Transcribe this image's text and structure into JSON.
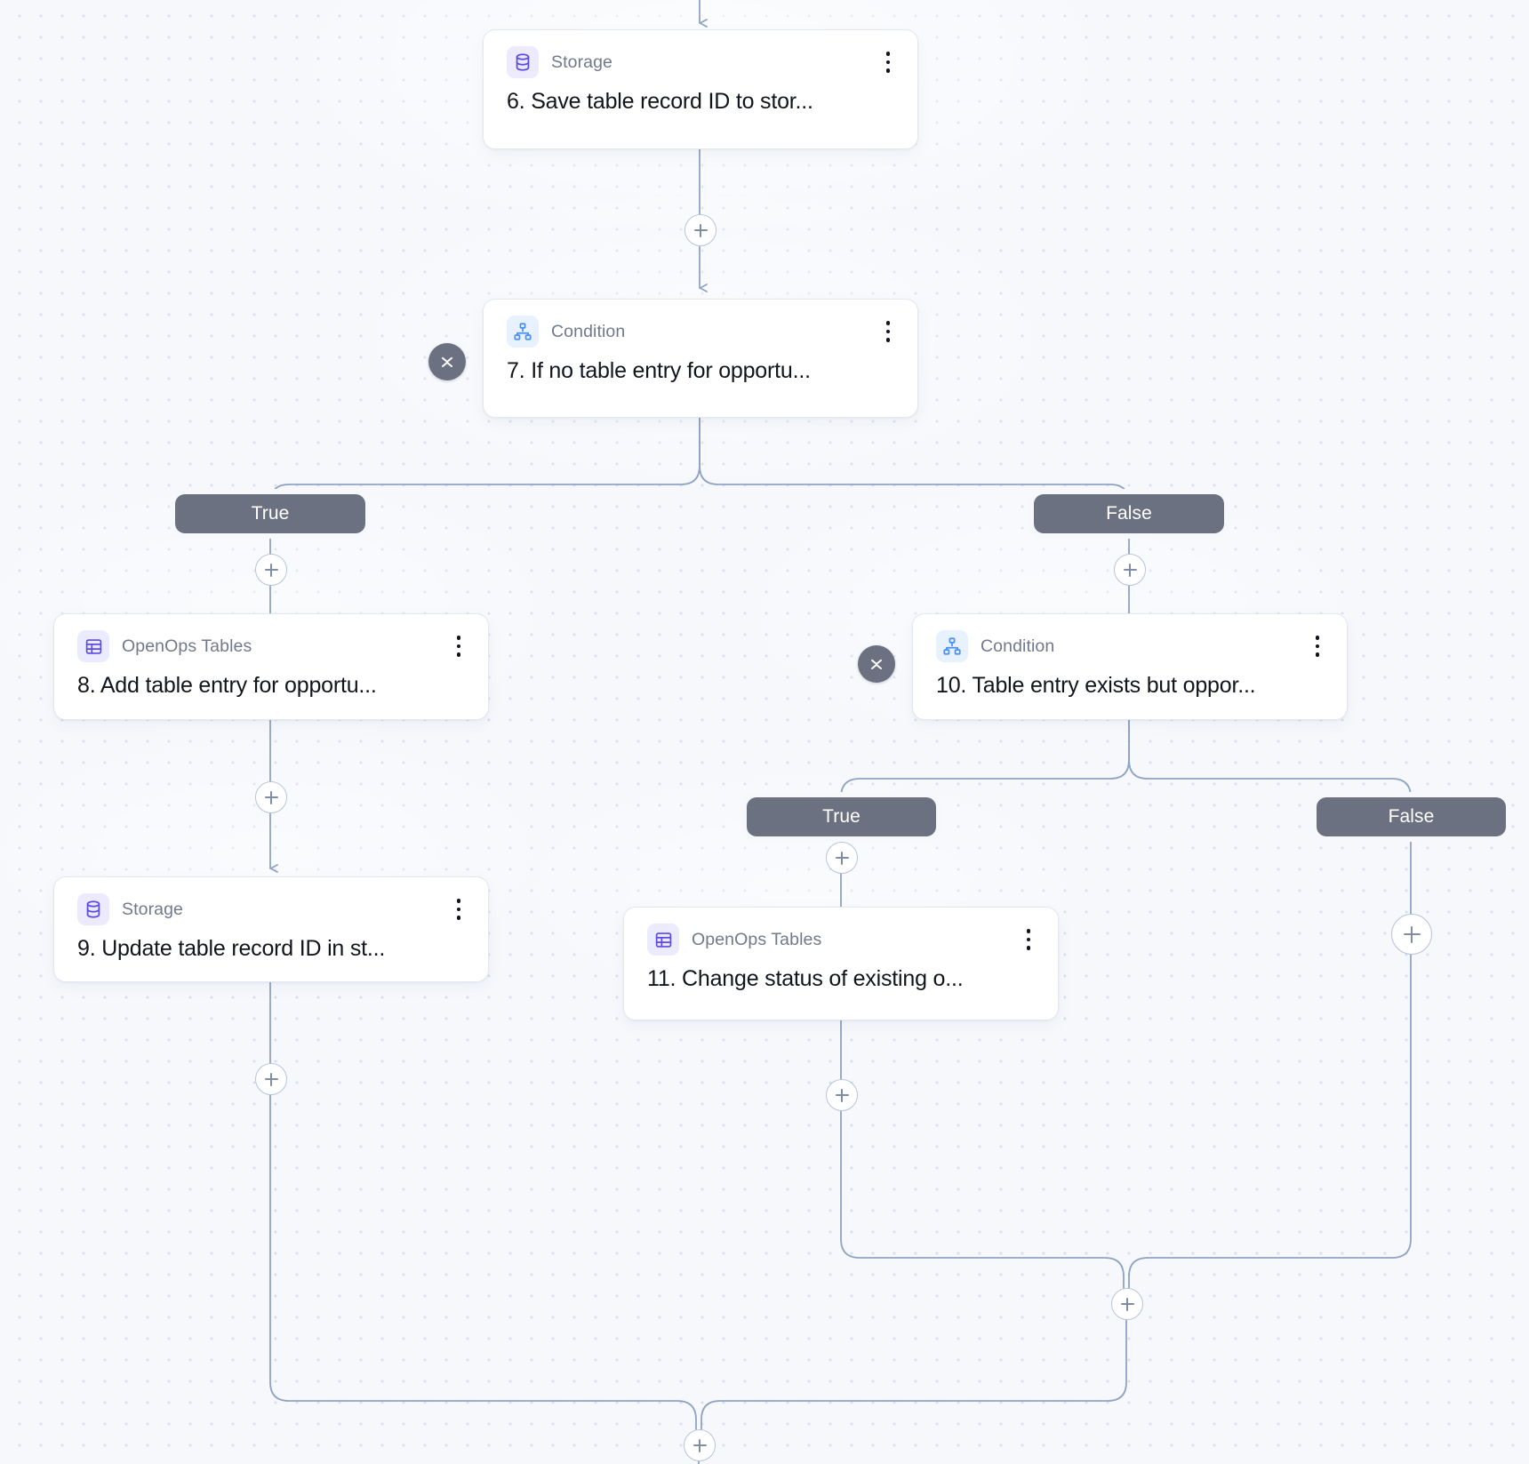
{
  "canvas": {
    "background_color": "#f6f8fc",
    "grid_dot_color": "#d5dced",
    "edge_color": "#8fa3c4"
  },
  "theme": {
    "node_bg": "#ffffff",
    "node_border": "#e3e7ef",
    "title_color": "#12151c",
    "piece_color": "#72798c",
    "pill_bg": "#6b7180",
    "pill_text": "#ffffff",
    "storage_icon_color": "#5b4ae6",
    "tables_icon_color": "#5b4ae6",
    "condition_icon_color": "#4a90f7"
  },
  "nodes": [
    {
      "id": "step-6",
      "piece": "Storage",
      "title": "6. Save table record ID to stor...",
      "icon": "database-icon",
      "menu_icon": "more-vertical-icon"
    },
    {
      "id": "step-7",
      "piece": "Condition",
      "title": "7. If no table entry for opportu...",
      "icon": "sitemap-icon",
      "menu_icon": "more-vertical-icon",
      "collapse_icon": "chevrons-collapse-icon"
    },
    {
      "id": "step-8",
      "piece": "OpenOps Tables",
      "title": "8. Add table entry for opportu...",
      "icon": "table-grid-icon",
      "menu_icon": "more-vertical-icon"
    },
    {
      "id": "step-9",
      "piece": "Storage",
      "title": "9. Update table record ID in st...",
      "icon": "database-icon",
      "menu_icon": "more-vertical-icon"
    },
    {
      "id": "step-10",
      "piece": "Condition",
      "title": "10. Table entry exists but oppor...",
      "icon": "sitemap-icon",
      "menu_icon": "more-vertical-icon",
      "collapse_icon": "chevrons-collapse-icon"
    },
    {
      "id": "step-11",
      "piece": "OpenOps Tables",
      "title": "11. Change status of existing o...",
      "icon": "table-grid-icon",
      "menu_icon": "more-vertical-icon"
    }
  ],
  "branches": [
    {
      "id": "branch-7-true",
      "label": "True",
      "parent": "step-7"
    },
    {
      "id": "branch-7-false",
      "label": "False",
      "parent": "step-7"
    },
    {
      "id": "branch-10-true",
      "label": "True",
      "parent": "step-10"
    },
    {
      "id": "branch-10-false",
      "label": "False",
      "parent": "step-10"
    }
  ],
  "add_buttons": [
    {
      "id": "add-after-step-6",
      "icon": "plus-icon"
    },
    {
      "id": "add-branch-7-true",
      "icon": "plus-icon"
    },
    {
      "id": "add-branch-7-false",
      "icon": "plus-icon"
    },
    {
      "id": "add-after-step-8",
      "icon": "plus-icon"
    },
    {
      "id": "add-after-step-9",
      "icon": "plus-icon"
    },
    {
      "id": "add-branch-10-true",
      "icon": "plus-icon"
    },
    {
      "id": "add-branch-10-false",
      "icon": "plus-icon"
    },
    {
      "id": "add-after-step-11",
      "icon": "plus-icon"
    },
    {
      "id": "add-after-condition-10-merge",
      "icon": "plus-icon"
    },
    {
      "id": "add-after-condition-7-merge",
      "icon": "plus-icon"
    }
  ]
}
